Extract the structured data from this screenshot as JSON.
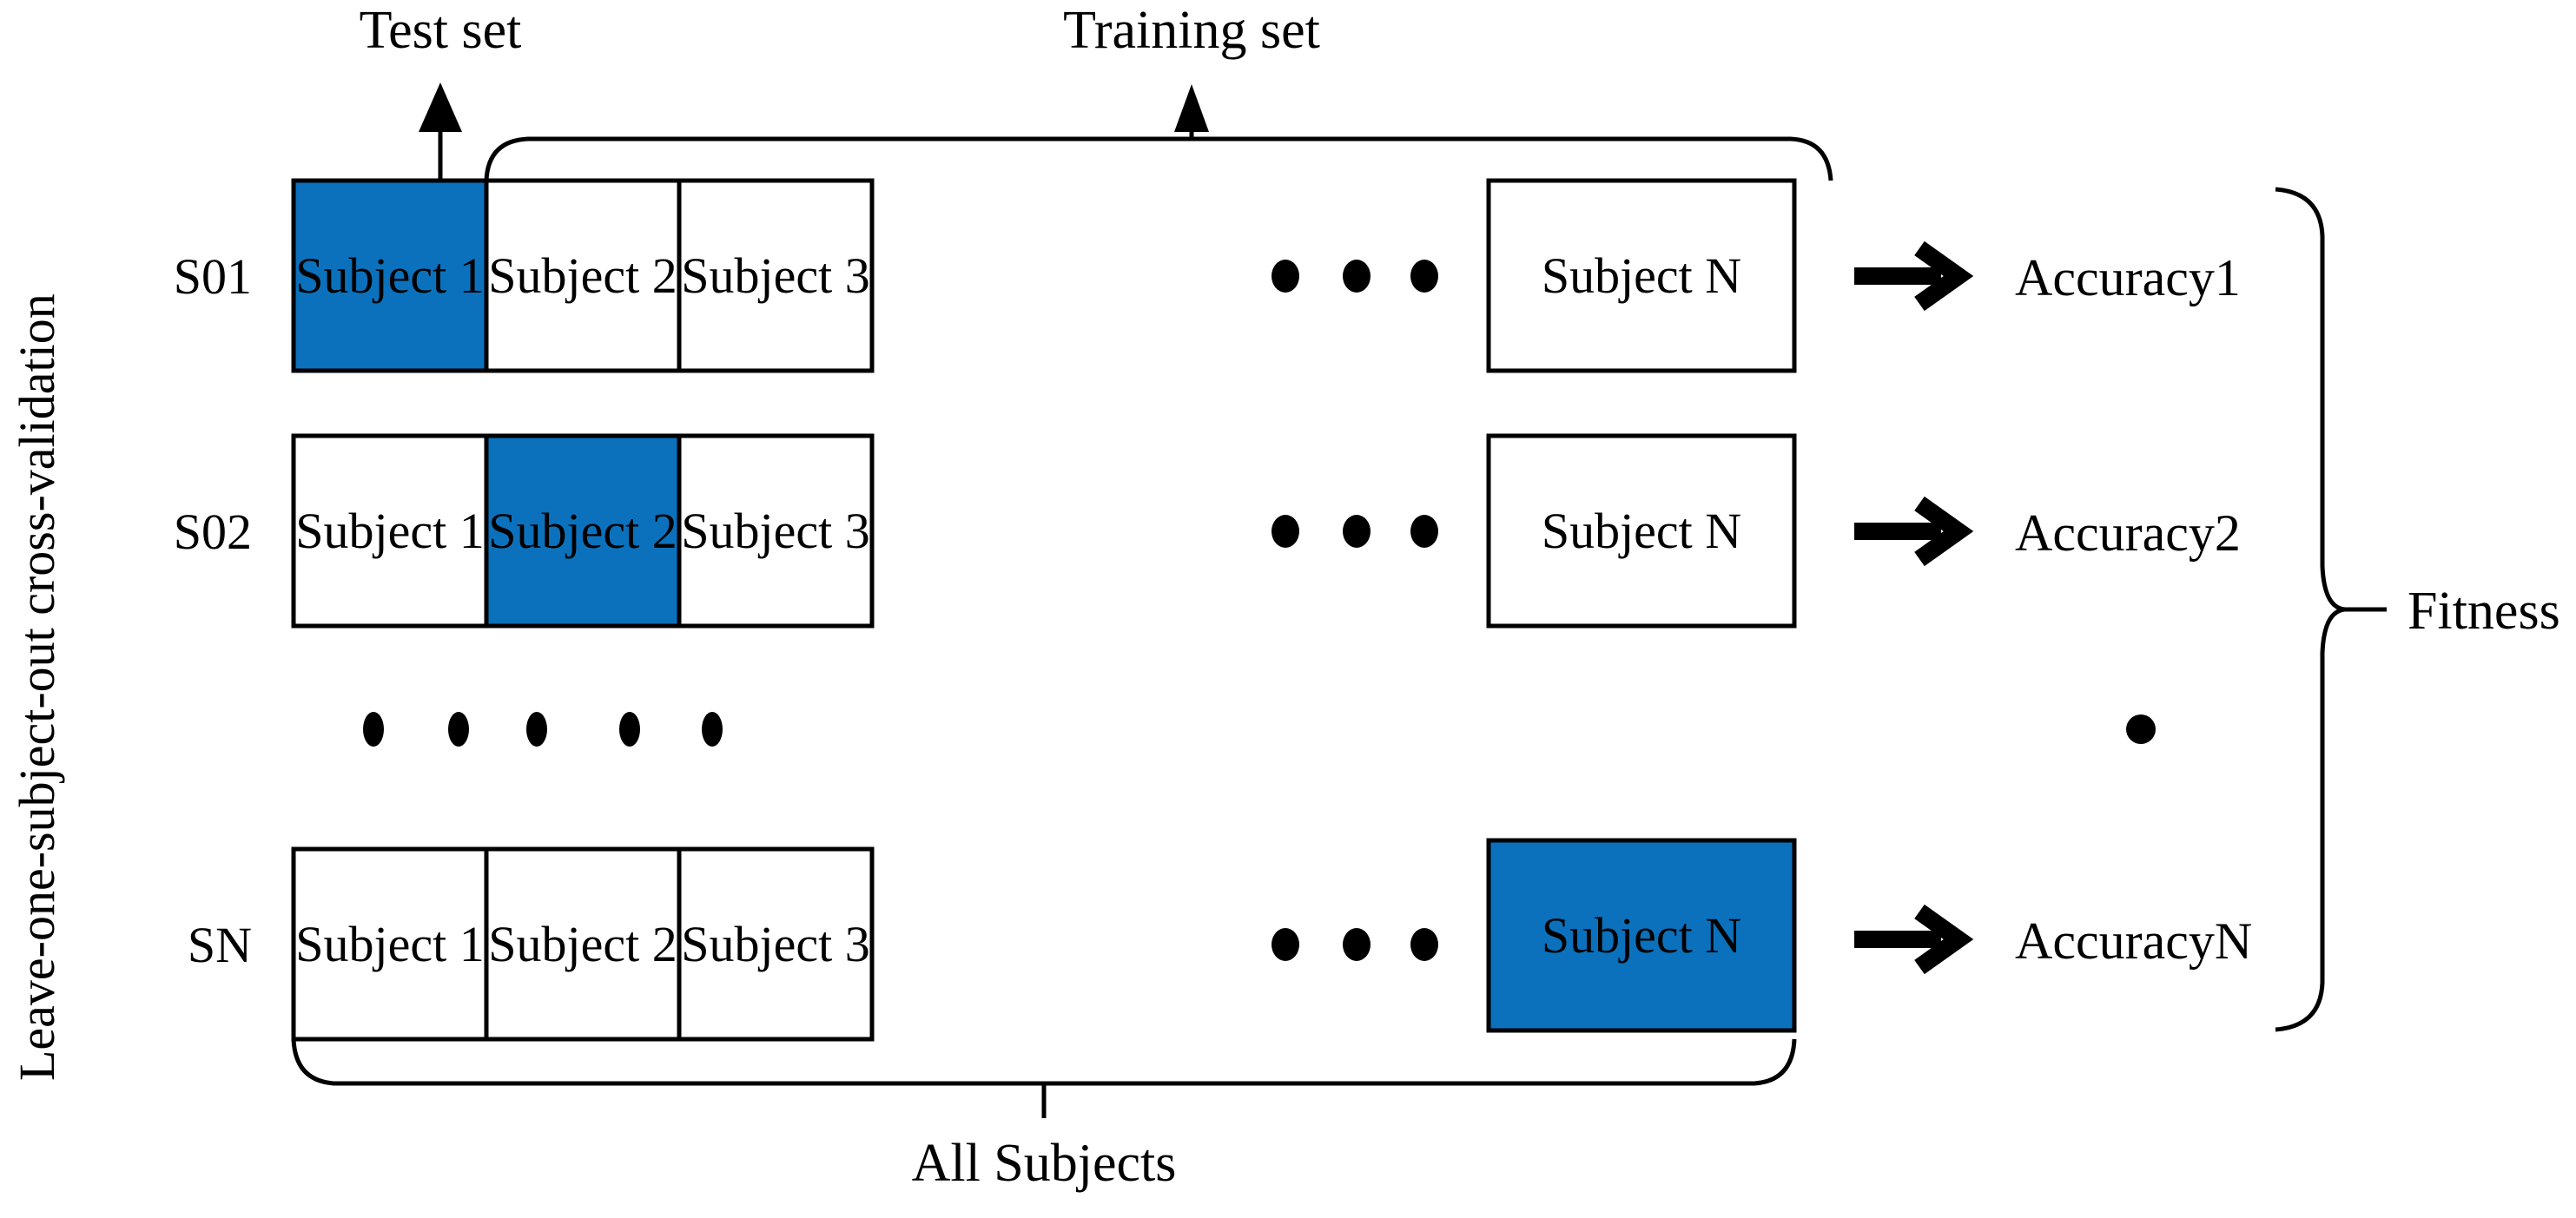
{
  "figure": {
    "title_vertical": "Leave-one-subject-out cross-validation",
    "accent_color": "#0B71BC",
    "line_color": "#000000",
    "background": "#FFFFFF"
  },
  "annotations": {
    "test_set": "Test set",
    "training_set": "Training set",
    "all_subjects": "All Subjects",
    "fitness": "Fitness"
  },
  "rows": [
    {
      "id": "S01",
      "label": "S01",
      "cells": [
        {
          "label": "Subject 1",
          "highlighted": true
        },
        {
          "label": "Subject 2",
          "highlighted": false
        },
        {
          "label": "Subject 3",
          "highlighted": false
        },
        {
          "label": "Subject N",
          "highlighted": false
        }
      ],
      "ellipsis_count": 3,
      "result": "Accuracy1"
    },
    {
      "id": "S02",
      "label": "S02",
      "cells": [
        {
          "label": "Subject 1",
          "highlighted": false
        },
        {
          "label": "Subject 2",
          "highlighted": true
        },
        {
          "label": "Subject 3",
          "highlighted": false
        },
        {
          "label": "Subject N",
          "highlighted": false
        }
      ],
      "ellipsis_count": 3,
      "result": "Accuracy2"
    },
    {
      "id": "SN",
      "label": "SN",
      "cells": [
        {
          "label": "Subject 1",
          "highlighted": false
        },
        {
          "label": "Subject 2",
          "highlighted": false
        },
        {
          "label": "Subject 3",
          "highlighted": false
        },
        {
          "label": "Subject N",
          "highlighted": true
        }
      ],
      "ellipsis_count": 3,
      "result": "AccuracyN"
    }
  ],
  "vertical_ellipsis": {
    "row_dots": 5,
    "result_dots": 1
  }
}
